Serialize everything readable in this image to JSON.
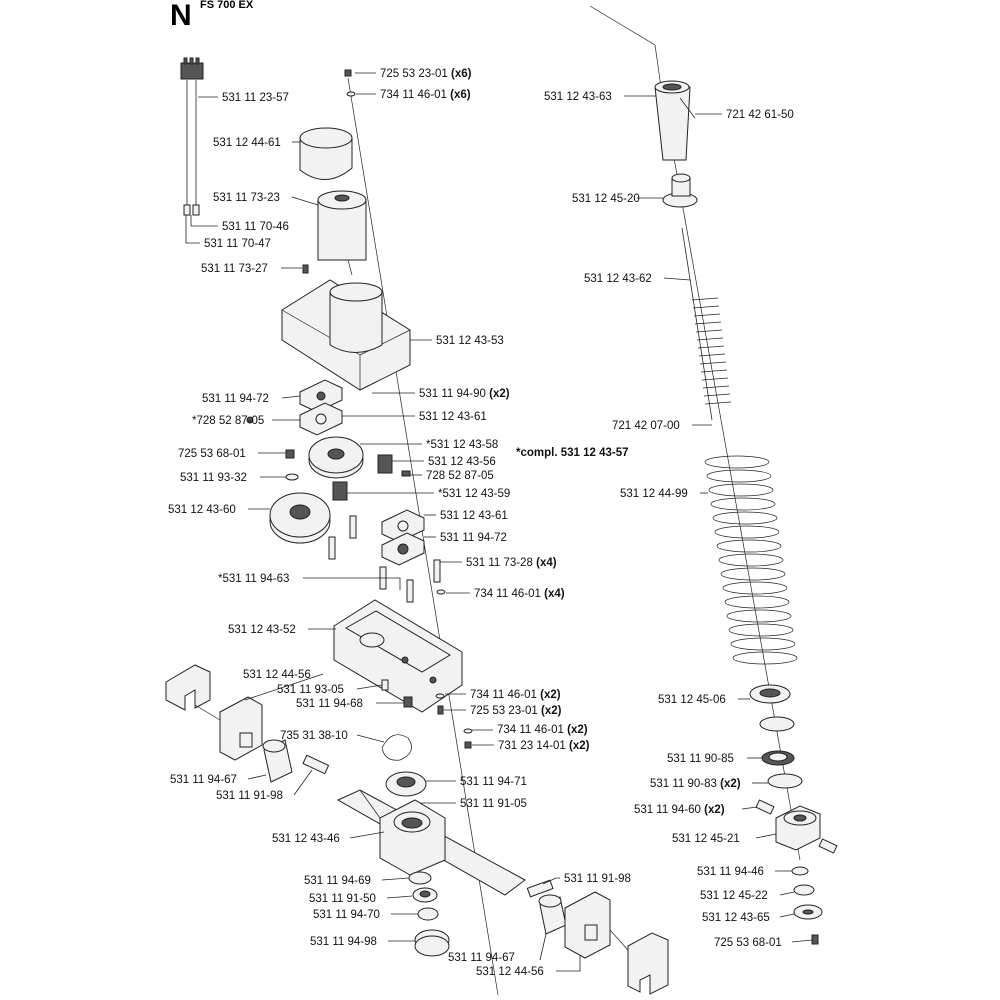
{
  "header": {
    "section_letter": "N",
    "model": "FS 700 EX"
  },
  "parts": [
    {
      "no": "725 53 23-01",
      "qty": "(x6)"
    },
    {
      "no": "734 11 46-01",
      "qty": "(x6)"
    },
    {
      "no": "531 11 23-57",
      "qty": ""
    },
    {
      "no": "531 12 44-61",
      "qty": ""
    },
    {
      "no": "531 11 73-23",
      "qty": ""
    },
    {
      "no": "531 11 70-46",
      "qty": ""
    },
    {
      "no": "531 11 70-47",
      "qty": ""
    },
    {
      "no": "531 11 73-27",
      "qty": ""
    },
    {
      "no": "531 12 43-53",
      "qty": ""
    },
    {
      "no": "531 11 94-72",
      "qty": ""
    },
    {
      "no": "531 11 94-90",
      "qty": "(x2)"
    },
    {
      "no": "*728 52 87-05",
      "qty": ""
    },
    {
      "no": "531 12 43-61",
      "qty": ""
    },
    {
      "no": "*531 12 43-58",
      "qty": ""
    },
    {
      "no": "*compl. 531 12 43-57",
      "qty": ""
    },
    {
      "no": "725 53 68-01",
      "qty": ""
    },
    {
      "no": "531 12 43-56",
      "qty": ""
    },
    {
      "no": "531 11 93-32",
      "qty": ""
    },
    {
      "no": "728 52 87-05",
      "qty": ""
    },
    {
      "no": "*531 12 43-59",
      "qty": ""
    },
    {
      "no": "531 12 43-60",
      "qty": ""
    },
    {
      "no": "531 12 43-61",
      "qty": ""
    },
    {
      "no": "531 11 94-72",
      "qty": ""
    },
    {
      "no": "531 11 73-28",
      "qty": "(x4)"
    },
    {
      "no": "*531 11 94-63",
      "qty": ""
    },
    {
      "no": "734 11 46-01",
      "qty": "(x4)"
    },
    {
      "no": "531 12 43-52",
      "qty": ""
    },
    {
      "no": "531 12 44-56",
      "qty": ""
    },
    {
      "no": "531 11 93-05",
      "qty": ""
    },
    {
      "no": "531 11 94-68",
      "qty": ""
    },
    {
      "no": "734 11 46-01",
      "qty": "(x2)"
    },
    {
      "no": "725 53 23-01",
      "qty": "(x2)"
    },
    {
      "no": "735 31 38-10",
      "qty": ""
    },
    {
      "no": "734 11 46-01",
      "qty": "(x2)"
    },
    {
      "no": "731 23 14-01",
      "qty": "(x2)"
    },
    {
      "no": "531 11 94-67",
      "qty": ""
    },
    {
      "no": "531 11 91-98",
      "qty": ""
    },
    {
      "no": "531 11 94-71",
      "qty": ""
    },
    {
      "no": "531 11 91-05",
      "qty": ""
    },
    {
      "no": "531 12 43-46",
      "qty": ""
    },
    {
      "no": "531 11 94-69",
      "qty": ""
    },
    {
      "no": "531 11 91-98",
      "qty": ""
    },
    {
      "no": "531 11 91-50",
      "qty": ""
    },
    {
      "no": "531 11 94-70",
      "qty": ""
    },
    {
      "no": "531 11 94-98",
      "qty": ""
    },
    {
      "no": "531 11 94-67",
      "qty": ""
    },
    {
      "no": "531 12 44-56",
      "qty": ""
    },
    {
      "no": "531 12 43-63",
      "qty": ""
    },
    {
      "no": "721 42 61-50",
      "qty": ""
    },
    {
      "no": "531 12 45-20",
      "qty": ""
    },
    {
      "no": "531 12 43-62",
      "qty": ""
    },
    {
      "no": "721 42 07-00",
      "qty": ""
    },
    {
      "no": "531 12 44-99",
      "qty": ""
    },
    {
      "no": "531 12 45-06",
      "qty": ""
    },
    {
      "no": "531 11 90-85",
      "qty": ""
    },
    {
      "no": "531 11 90-83",
      "qty": "(x2)"
    },
    {
      "no": "531 11 94-60",
      "qty": "(x2)"
    },
    {
      "no": "531 12 45-21",
      "qty": ""
    },
    {
      "no": "531 11 94-46",
      "qty": ""
    },
    {
      "no": "531 12 45-22",
      "qty": ""
    },
    {
      "no": "531 12 43-65",
      "qty": ""
    },
    {
      "no": "725 53 68-01",
      "qty": ""
    }
  ]
}
